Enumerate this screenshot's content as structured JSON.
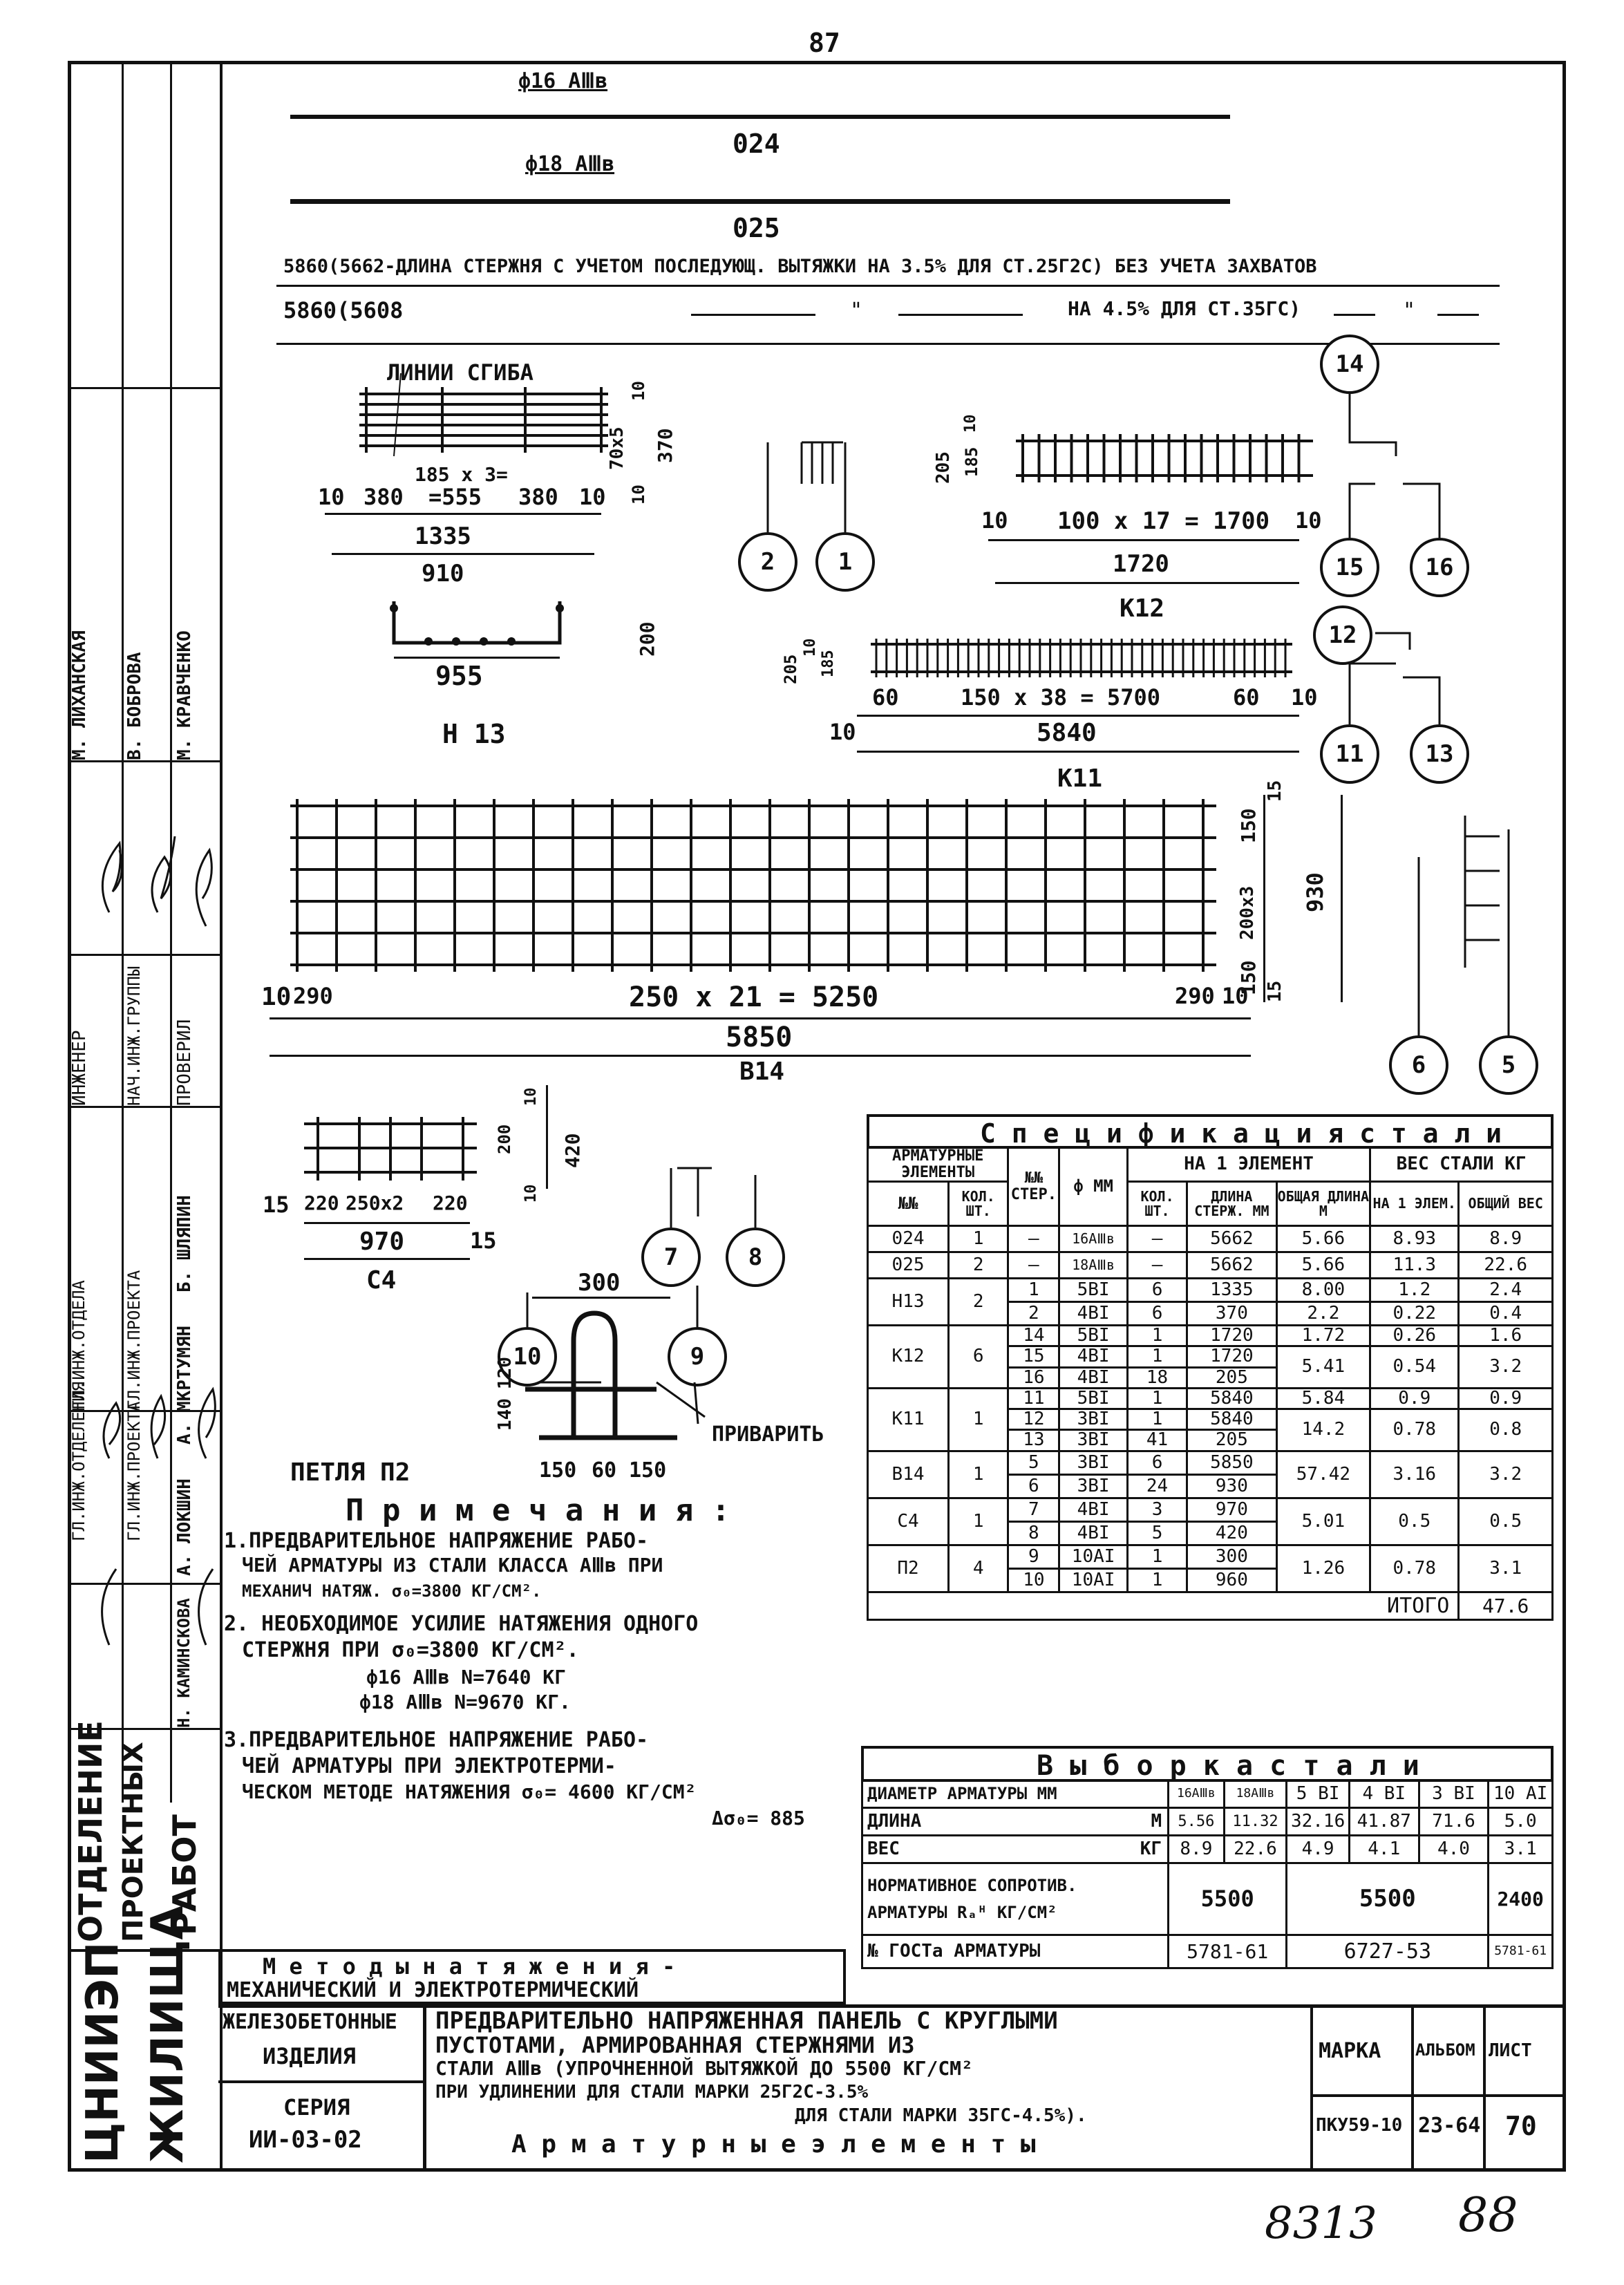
{
  "page_number": "87",
  "sheet_number_handwritten": "8313",
  "page_number_handwritten": "88",
  "bars": {
    "bar_024": {
      "diameter_label": "ф16 AⅢв",
      "mark": "024"
    },
    "bar_025": {
      "diameter_label": "ф18 AⅢв",
      "mark": "025"
    },
    "note_line1": "5860(5662-ДЛИНА СТЕРЖНЯ С УЧЕТОМ ПОСЛЕДУЮЩ. ВЫТЯЖКИ НА 3.5% ДЛЯ СТ.25Г2С) БЕЗ УЧЕТА ЗАХВАТОВ",
    "note_line2_a": "5860(5608",
    "note_line2_b": "\"",
    "note_line2_c": "НА 4.5% ДЛЯ СТ.35ГС)",
    "note_line2_d": "\""
  },
  "n13": {
    "bend_lines": "ЛИНИИ СГИБА",
    "dim_185": "185 x 3=",
    "dim_555": "=555",
    "dim_10a": "10",
    "dim_380a": "380",
    "dim_380b": "380",
    "dim_10b": "10",
    "dim_1335": "1335",
    "dim_910": "910",
    "dim_955": "955",
    "dim_70x5": "70x5",
    "dim_370": "370",
    "dim_10c": "10",
    "dim_10d": "10",
    "dim_200": "200",
    "label": "Н 13"
  },
  "k12": {
    "dim_205": "205",
    "dim_185": "185",
    "dim_10": "10",
    "dim_10b": "10",
    "dim_100": "100 x 17 = 1700",
    "dim_10c": "10",
    "dim_1720": "1720",
    "label": "К12"
  },
  "k11": {
    "dim_205": "205",
    "dim_185": "185",
    "dim_10": "10",
    "dim_60a": "60",
    "dim_150": "150 x 38 = 5700",
    "dim_60b": "60",
    "dim_10b": "10",
    "dim_10c": "10",
    "dim_5840": "5840",
    "label": "К11"
  },
  "b14": {
    "dim_10a": "10",
    "dim_290a": "290",
    "dim_250": "250 x 21 = 5250",
    "dim_290b": "290",
    "dim_10b": "10",
    "dim_5850": "5850",
    "dim_150a": "150",
    "dim_200x3": "200x3",
    "dim_150b": "150",
    "dim_930": "930",
    "dim_15a": "15",
    "dim_15b": "15",
    "label": "В14"
  },
  "c4": {
    "dim_15a": "15",
    "dim_220a": "220",
    "dim_250x2": "250x2",
    "dim_220b": "220",
    "dim_15b": "15",
    "dim_970": "970",
    "dim_200": "200",
    "dim_420": "420",
    "dim_10a": "10",
    "dim_10b": "10",
    "label": "С4"
  },
  "loop": {
    "dim_300": "300",
    "dim_140": "140",
    "dim_120": "120",
    "dim_150a": "150",
    "dim_60": "60",
    "dim_150b": "150",
    "weld": "ПРИВАРИТЬ",
    "label": "ПЕТЛЯ П2"
  },
  "callouts": [
    "14",
    "15",
    "16",
    "2",
    "1",
    "12",
    "11",
    "13",
    "6",
    "5",
    "7",
    "8",
    "10",
    "9"
  ],
  "notes": {
    "heading": "П р и м е ч а н и я :",
    "n1_line1": "1.ПРЕДВАРИТЕЛЬНОЕ НАПРЯЖЕНИЕ РАБО-",
    "n1_line2": "ЧЕЙ АРМАТУРЫ ИЗ СТАЛИ КЛАССА AⅢв ПРИ",
    "n1_line3": "МЕХАНИЧ НАТЯЖ. σ₀=3800 КГ/СМ².",
    "n2_line1": "2. НЕОБХОДИМОЕ УСИЛИЕ НАТЯЖЕНИЯ ОДНОГО",
    "n2_line2": "СТЕРЖНЯ  ПРИ  σ₀=3800 КГ/СМ².",
    "n2_line3": "ф16 AⅢв      N=7640 КГ",
    "n2_line4": "ф18 AⅢв      N=9670 КГ.",
    "n3_line1": "3.ПРЕДВАРИТЕЛЬНОЕ НАПРЯЖЕНИЕ РАБО-",
    "n3_line2": "ЧЕЙ АРМАТУРЫ ПРИ ЭЛЕКТРОТЕРМИ-",
    "n3_line3": "ЧЕСКОМ МЕТОДЕ НАТЯЖЕНИЯ σ₀= 4600 КГ/СМ²",
    "n3_line4": "Δσ₀= 885"
  },
  "methods": {
    "line1": "М е т о д ы   н а т я ж е н и я -",
    "line2": "МЕХАНИЧЕСКИЙ И ЭЛЕКТРОТЕРМИЧЕСКИЙ"
  },
  "spec": {
    "title": "С п е ц и ф и к а ц и я   с т а л и",
    "h_elements": "АРМАТУРНЫЕ ЭЛЕМЕНТЫ",
    "h_no": "№№ СТЕР.",
    "h_phi": "ф ММ",
    "h_per_elem": "НА 1 ЭЛЕМЕНТ",
    "h_weight": "ВЕС СТАЛИ КГ",
    "h_mark": "№№",
    "h_qty": "КОЛ. ШТ.",
    "h_count": "КОЛ. ШТ.",
    "h_rod_len": "ДЛИНА СТЕРЖ. ММ",
    "h_total_len": "ОБЩАЯ ДЛИНА М",
    "h_w1": "НА 1 ЭЛЕМ.",
    "h_wtotal": "ОБЩИЙ ВЕС",
    "groups": [
      {
        "mark": "024",
        "qty": "1",
        "rows": [
          {
            "no": "–",
            "phi": "16AⅢв",
            "cnt": "–",
            "len": "5662"
          }
        ],
        "total_len": "5.66",
        "w1": "8.93",
        "wt": "8.9"
      },
      {
        "mark": "025",
        "qty": "2",
        "rows": [
          {
            "no": "–",
            "phi": "18AⅢв",
            "cnt": "–",
            "len": "5662"
          }
        ],
        "total_len": "5.66",
        "w1": "11.3",
        "wt": "22.6"
      },
      {
        "mark": "Н13",
        "qty": "2",
        "rows": [
          {
            "no": "1",
            "phi": "5BI",
            "cnt": "6",
            "len": "1335",
            "tl": "8.00",
            "w1": "1.2",
            "wt": "2.4"
          },
          {
            "no": "2",
            "phi": "4BI",
            "cnt": "6",
            "len": "370",
            "tl": "2.2",
            "w1": "0.22",
            "wt": "0.4"
          }
        ]
      },
      {
        "mark": "К12",
        "qty": "6",
        "rows": [
          {
            "no": "14",
            "phi": "5BI",
            "cnt": "1",
            "len": "1720",
            "tl": "1.72",
            "w1": "0.26",
            "wt": "1.6"
          },
          {
            "no": "15",
            "phi": "4BI",
            "cnt": "1",
            "len": "1720"
          },
          {
            "no": "16",
            "phi": "4BI",
            "cnt": "18",
            "len": "205"
          }
        ],
        "total_len": "5.41",
        "w1": "0.54",
        "wt": "3.2"
      },
      {
        "mark": "К11",
        "qty": "1",
        "rows": [
          {
            "no": "11",
            "phi": "5BI",
            "cnt": "1",
            "len": "5840",
            "tl": "5.84",
            "w1": "0.9",
            "wt": "0.9"
          },
          {
            "no": "12",
            "phi": "3BI",
            "cnt": "1",
            "len": "5840"
          },
          {
            "no": "13",
            "phi": "3BI",
            "cnt": "41",
            "len": "205"
          }
        ],
        "total_len": "14.2",
        "w1": "0.78",
        "wt": "0.8"
      },
      {
        "mark": "В14",
        "qty": "1",
        "rows": [
          {
            "no": "5",
            "phi": "3BI",
            "cnt": "6",
            "len": "5850"
          },
          {
            "no": "6",
            "phi": "3BI",
            "cnt": "24",
            "len": "930"
          }
        ],
        "total_len": "57.42",
        "w1": "3.16",
        "wt": "3.2"
      },
      {
        "mark": "С4",
        "qty": "1",
        "rows": [
          {
            "no": "7",
            "phi": "4BI",
            "cnt": "3",
            "len": "970"
          },
          {
            "no": "8",
            "phi": "4BI",
            "cnt": "5",
            "len": "420"
          }
        ],
        "total_len": "5.01",
        "w1": "0.5",
        "wt": "0.5"
      },
      {
        "mark": "П2",
        "qty": "4",
        "rows": [
          {
            "no": "9",
            "phi": "10AI",
            "cnt": "1",
            "len": "300"
          },
          {
            "no": "10",
            "phi": "10AI",
            "cnt": "1",
            "len": "960"
          }
        ],
        "total_len": "1.26",
        "w1": "0.78",
        "wt": "3.1"
      }
    ],
    "total_label": "ИТОГО",
    "total_value": "47.6"
  },
  "selection": {
    "title": "В ы б о р к а    с т а л и",
    "h_diam": "ДИАМЕТР АРМАТУРЫ ММ",
    "cols": [
      "16AⅢв",
      "18AⅢв",
      "5 BI",
      "4 BI",
      "3 BI",
      "10 AI"
    ],
    "len_label": "ДЛИНА",
    "len_unit": "М",
    "lens": [
      "5.56",
      "11.32",
      "32.16",
      "41.87",
      "71.6",
      "5.0"
    ],
    "wt_label": "ВЕС",
    "wt_unit": "КГ",
    "wts": [
      "8.9",
      "22.6",
      "4.9",
      "4.1",
      "4.0",
      "3.1"
    ],
    "norm_label_1": "НОРМАТИВНОЕ СОПРОТИВ.",
    "norm_label_2": "АРМАТУРЫ Rₐᴴ КГ/СМ²",
    "norm_1": "5500",
    "norm_2": "5500",
    "norm_3": "2400",
    "gost_label": "№ ГОСТа  АРМАТУРЫ",
    "gost_1": "5781-61",
    "gost_2": "6727-53",
    "gost_3": "5781-61"
  },
  "title_block": {
    "org_1": "ЦНИИЭП",
    "org_2": "ЖИЛИЩА",
    "dept_1": "ОТДЕЛЕНИЕ",
    "dept_2": "ПРОЕКТНЫХ",
    "dept_3": "РАБОТ",
    "product_1": "ЖЕЛЕЗОБЕТОННЫЕ",
    "product_2": "ИЗДЕЛИЯ",
    "series_1": "СЕРИЯ",
    "series_2": "ИИ-03-02",
    "desc_1": "ПРЕДВАРИТЕЛЬНО НАПРЯЖЕННАЯ ПАНЕЛЬ С КРУГЛЫМИ",
    "desc_2": "ПУСТОТАМИ, АРМИРОВАННАЯ СТЕРЖНЯМИ ИЗ",
    "desc_3": "СТАЛИ AⅢв (УПРОЧНЕННОЙ ВЫТЯЖКОЙ ДО 5500 КГ/СМ²",
    "desc_4": "ПРИ УДЛИНЕНИИ ДЛЯ СТАЛИ МАРКИ 25Г2С-3.5%",
    "desc_5": "ДЛЯ СТАЛИ МАРКИ 35ГС-4.5%).",
    "desc_6": "А р м а т у р н ы е   э л е м е н т ы",
    "h_mark": "МАРКА",
    "h_album": "АЛЬБОМ",
    "h_sheet": "ЛИСТ",
    "v_mark": "ПКУ59-10",
    "v_album": "23-64",
    "v_sheet": "70"
  },
  "side_stamp": {
    "roles": [
      "ГЛ.ИНЖ.ОТДЕЛЕНИЯ",
      "ГЛ.ИНЖ.ОТДЕЛА",
      "ГЛ.ИНЖ.ПРОЕКТА",
      "ГЛ.ИНЖ.ПРОЕКТА",
      "",
      "",
      "",
      "",
      "ИНЖЕНЕР",
      "НАЧ.ИНЖ.ГРУППЫ",
      "ПРОВЕРИЛ"
    ],
    "names": [
      "А. МКРТУМЯН",
      "Б. ШЛЯПИН",
      "А. ЛОКШИН",
      "Н. КАМИНСКОВА",
      "",
      "",
      "",
      "",
      "М. ЛИХАНСКАЯ",
      "В. БОБРОВА",
      "М. КРАВЧЕНКО"
    ]
  }
}
